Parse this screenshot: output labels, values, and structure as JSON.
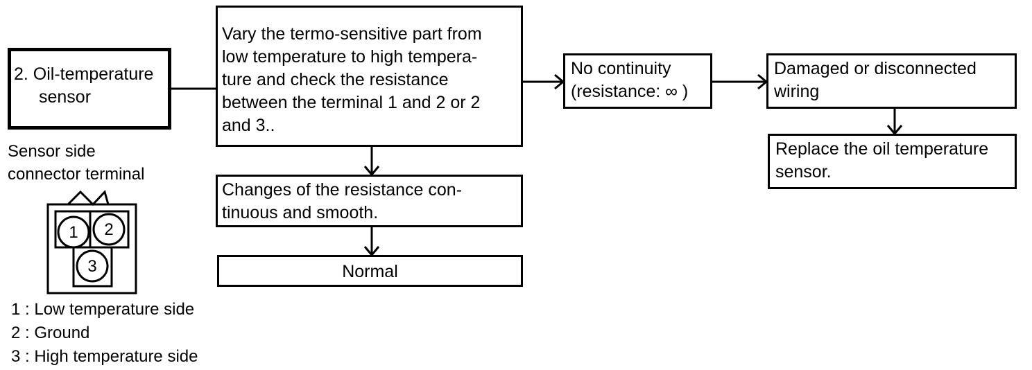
{
  "sensor_box": {
    "line1": "2. Oil-temperature",
    "line2": "sensor"
  },
  "check_box": {
    "lines": [
      "Vary the termo-sensitive part from",
      "low temperature to high tempera-",
      "ture and check the resistance",
      "between the terminal 1 and 2 or 2",
      "and 3.."
    ]
  },
  "no_continuity_box": {
    "line1": "No continuity",
    "line2": "(resistance: ∞ )"
  },
  "damaged_box": {
    "line1": "Damaged or disconnected",
    "line2": "wiring"
  },
  "replace_box": {
    "line1": "Replace the oil temperature",
    "line2": "sensor."
  },
  "changes_box": {
    "line1": "Changes of the resistance con-",
    "line2": "tinuous and smooth."
  },
  "normal_box": {
    "label": "Normal"
  },
  "connector": {
    "caption_line1": "Sensor side",
    "caption_line2": "connector terminal",
    "pins": [
      "1",
      "2",
      "3"
    ]
  },
  "legend": [
    "1 : Low temperature side",
    "2 : Ground",
    "3 : High temperature side"
  ]
}
